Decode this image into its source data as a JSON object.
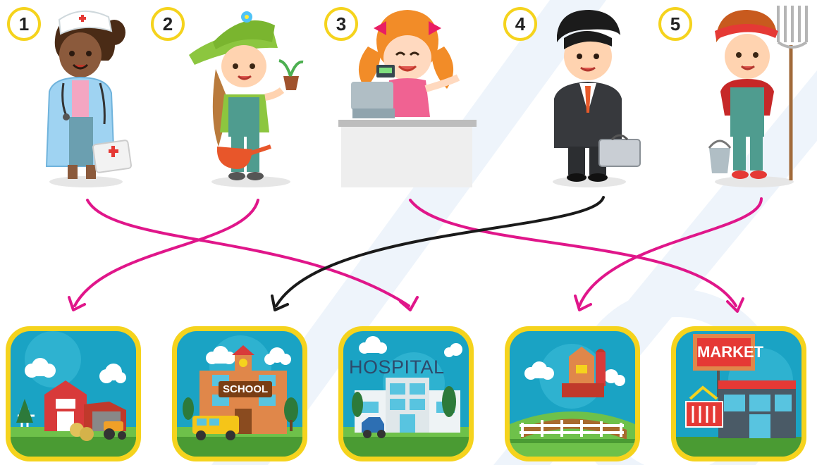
{
  "workers": [
    {
      "number": "1",
      "role": "doctor"
    },
    {
      "number": "2",
      "role": "gardener"
    },
    {
      "number": "3",
      "role": "cashier"
    },
    {
      "number": "4",
      "role": "businessman"
    },
    {
      "number": "5",
      "role": "farmer"
    }
  ],
  "places": [
    {
      "name": "barn",
      "label": ""
    },
    {
      "name": "school",
      "label": "SCHOOL"
    },
    {
      "name": "hospital",
      "label": "HOSPITAL"
    },
    {
      "name": "farm",
      "label": ""
    },
    {
      "name": "market",
      "label": "MARKET"
    }
  ],
  "connections": [
    {
      "from": "1",
      "to": "hospital",
      "color": "#e0168a"
    },
    {
      "from": "2",
      "to": "barn",
      "color": "#e0168a"
    },
    {
      "from": "3",
      "to": "market",
      "color": "#e0168a"
    },
    {
      "from": "4",
      "to": "school",
      "color": "#1a1a1a"
    },
    {
      "from": "5",
      "to": "farm",
      "color": "#e0168a"
    }
  ],
  "colors": {
    "badge_ring": "#f5d31d",
    "tile_bg": "#1aa3c4",
    "arrow_pink": "#e0168a",
    "arrow_black": "#1a1a1a"
  }
}
